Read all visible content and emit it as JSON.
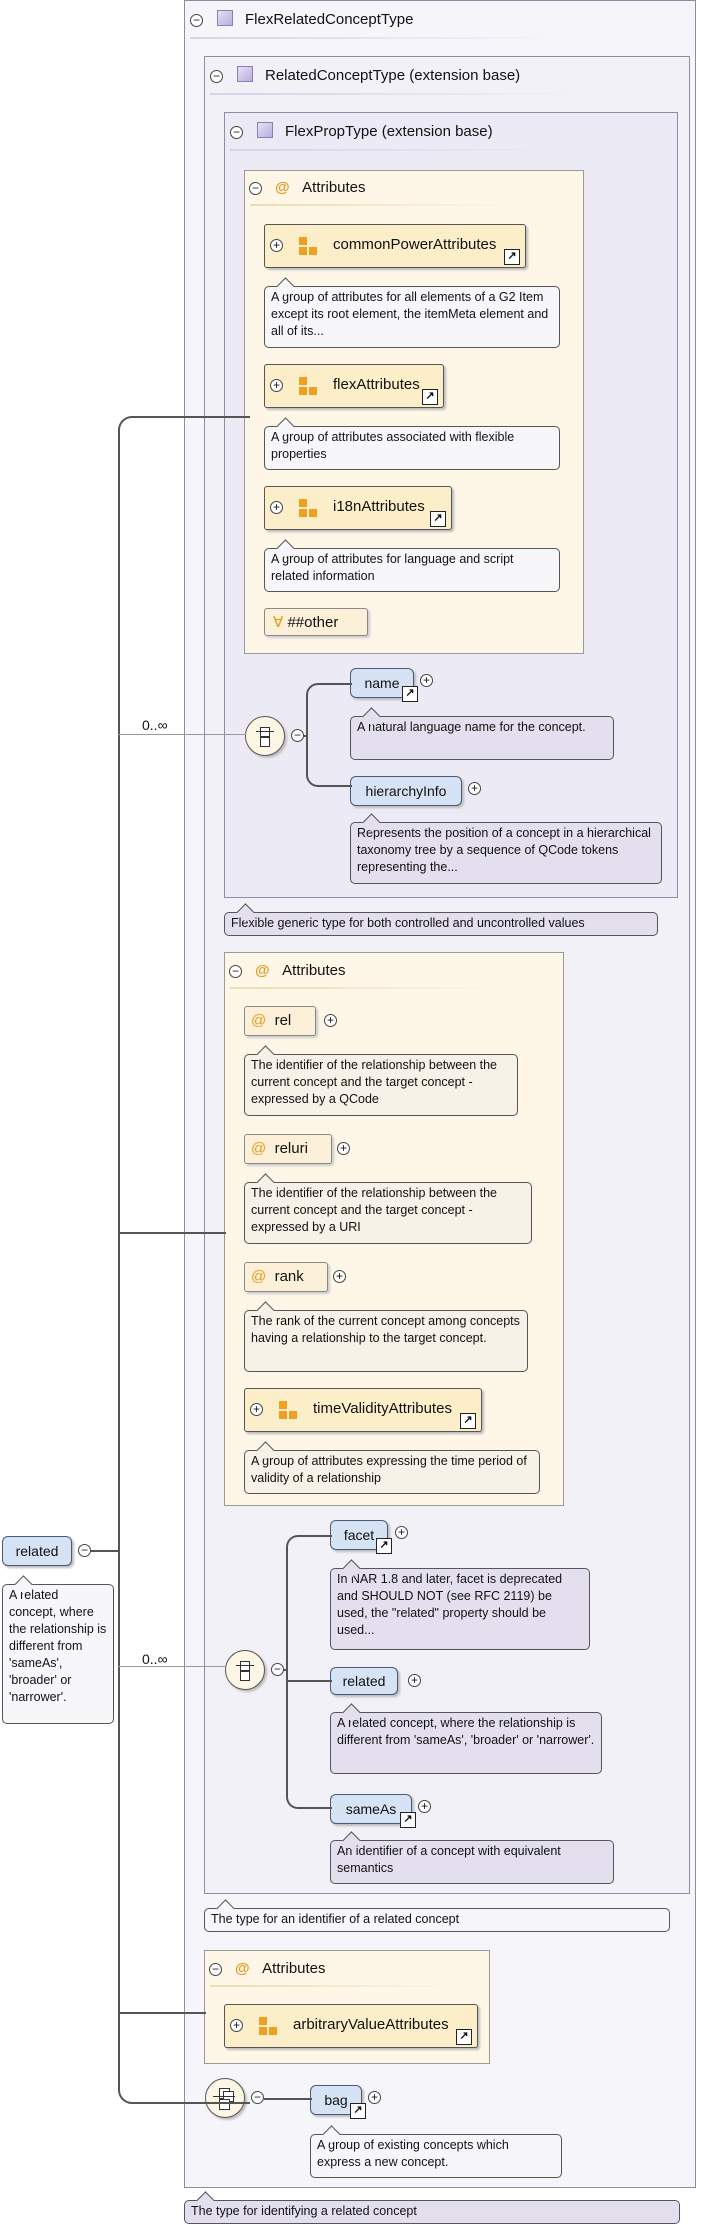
{
  "root_type": {
    "label": "FlexRelatedConceptType",
    "doc": "The type for identifying a related concept"
  },
  "related_type": {
    "label": "RelatedConceptType (extension base)",
    "doc": "The type for an identifier of a related concept"
  },
  "flexprop_type": {
    "label": "FlexPropType (extension base)",
    "doc": "Flexible generic type for both controlled and uncontrolled values"
  },
  "flex_attributes": {
    "label": "Attributes",
    "groups": [
      {
        "name": "commonPowerAttributes",
        "doc": "A group of attributes for all elements of a G2 Item except its root element, the itemMeta element and all of its..."
      },
      {
        "name": "flexAttributes",
        "doc": "A group of attributes associated with flexible properties"
      },
      {
        "name": "i18nAttributes",
        "doc": "A group of attributes for language and script related information"
      }
    ],
    "other": "##other"
  },
  "flex_sequence": {
    "occurrence": "0..∞",
    "elements": [
      {
        "name": "name",
        "doc": "A natural language name for the concept."
      },
      {
        "name": "hierarchyInfo",
        "doc": "Represents the position of a concept in a hierarchical taxonomy tree by a sequence of QCode tokens representing the..."
      }
    ]
  },
  "related_attributes": {
    "label": "Attributes",
    "items": [
      {
        "name": "rel",
        "doc": "The identifier of the relationship between the current concept and the target concept - expressed by a QCode"
      },
      {
        "name": "reluri",
        "doc": "The identifier of the relationship between the current concept and the target concept - expressed by a URI"
      },
      {
        "name": "rank",
        "doc": "The rank of the current concept among concepts having a relationship to the target concept."
      }
    ],
    "group": {
      "name": "timeValidityAttributes",
      "doc": "A group of attributes expressing the time period of validity of a relationship"
    }
  },
  "related_choice": {
    "occurrence": "0..∞",
    "elements": [
      {
        "name": "facet",
        "doc": "In NAR 1.8 and later, facet is deprecated and SHOULD NOT (see RFC 2119) be used, the \"related\" property should be used..."
      },
      {
        "name": "related",
        "doc": "A related concept, where the relationship is different from 'sameAs', 'broader' or 'narrower'."
      },
      {
        "name": "sameAs",
        "doc": "An identifier of a concept with equivalent semantics"
      }
    ]
  },
  "root_attributes": {
    "label": "Attributes",
    "group": "arbitraryValueAttributes"
  },
  "bag": {
    "name": "bag",
    "doc": "A group of existing concepts which express a new concept."
  },
  "root_element": {
    "name": "related",
    "doc": "A related concept, where the relationship is different from 'sameAs', 'broader' or 'narrower'."
  },
  "colors": {
    "type_bg": "#f2f1f8",
    "attr_bg": "#fef7e8",
    "element_bg": "#d6e3f5",
    "group_icon": "#f0a020",
    "at_sign": "#e39a1f"
  }
}
